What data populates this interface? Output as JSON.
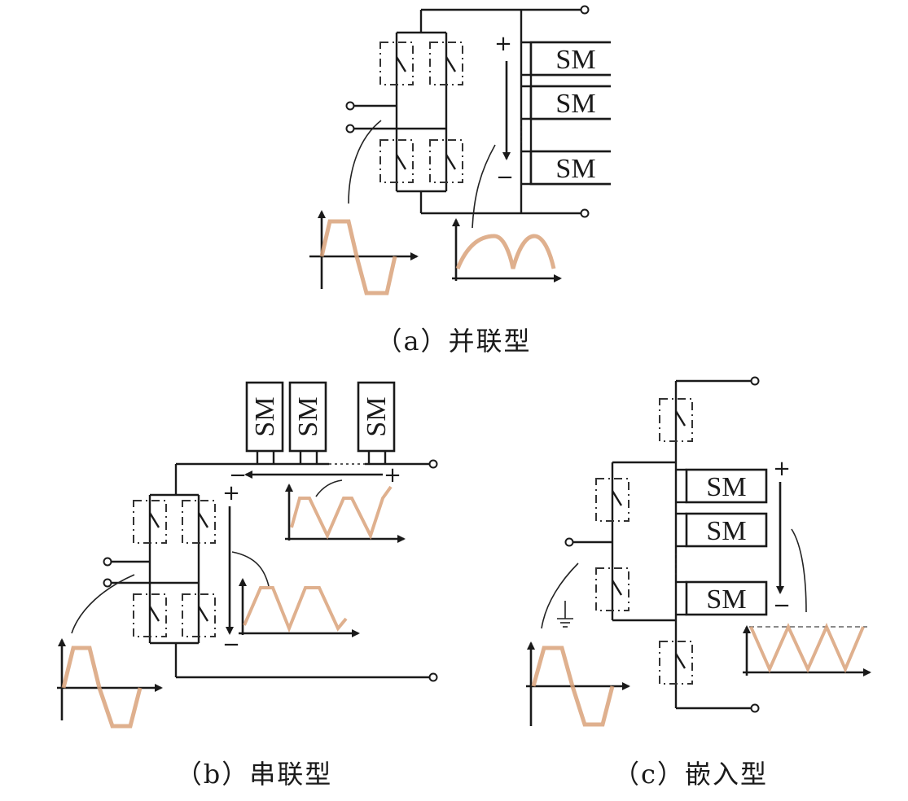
{
  "module_label": "SM",
  "plus_sign": "+",
  "minus_sign": "−",
  "panels": [
    {
      "id": "a",
      "caption": "（a）并联型"
    },
    {
      "id": "b",
      "caption": "（b）串联型"
    },
    {
      "id": "c",
      "caption": "（c）嵌入型"
    }
  ],
  "colors": {
    "wire": "#1a1a1a",
    "waveform": "#d9a27a"
  }
}
